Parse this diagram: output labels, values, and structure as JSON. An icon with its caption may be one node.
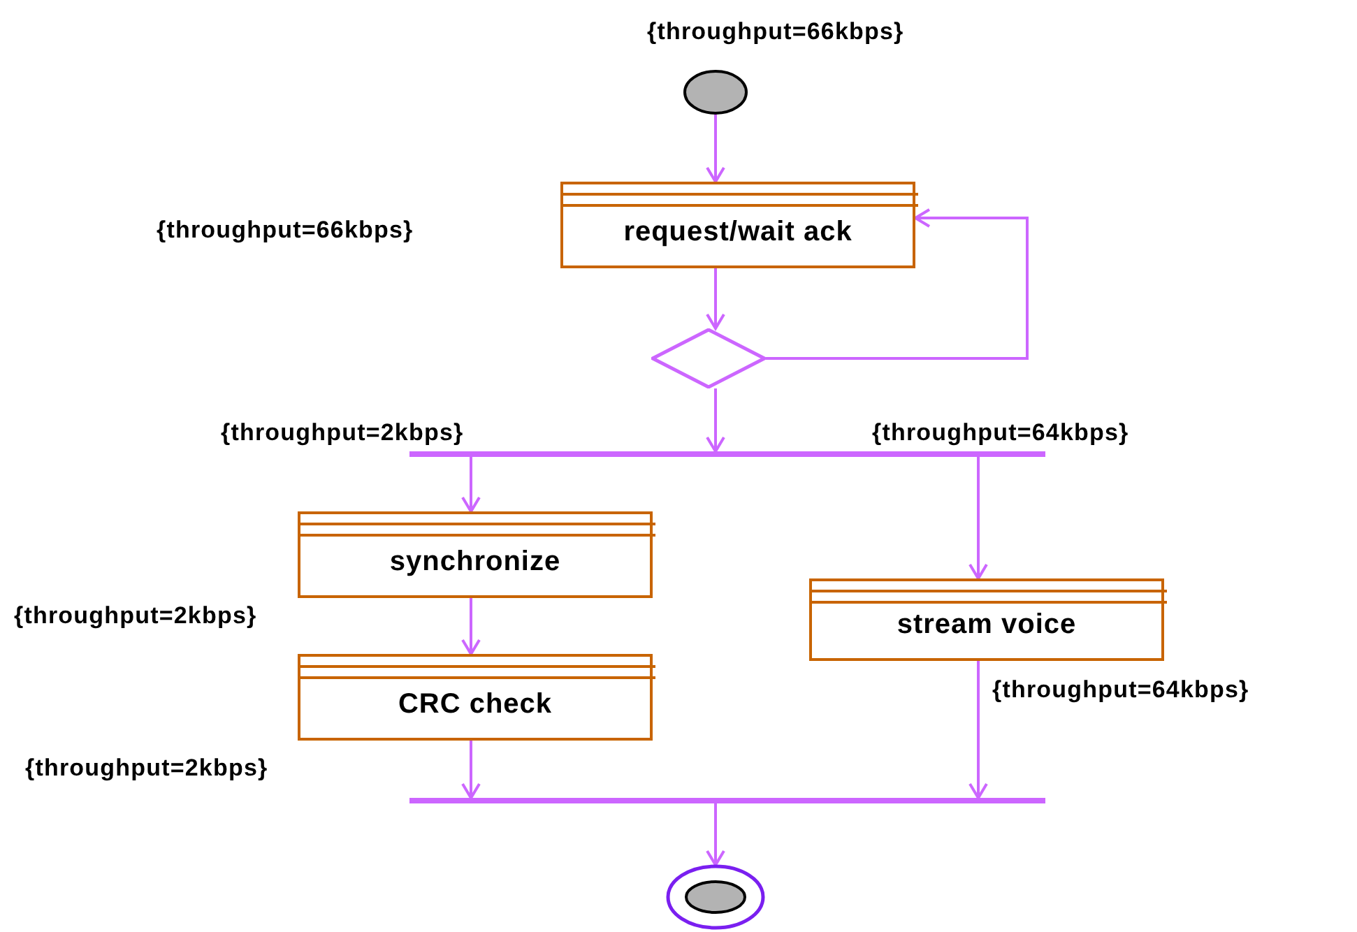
{
  "diagram": {
    "nodes": [
      {
        "text": [],
        "shape": "circle"
      },
      {
        "text": [
          "request/wait ack"
        ]
      },
      {
        "text": [],
        "shape": "diamond"
      },
      {
        "text": [],
        "shape": "bar"
      },
      {
        "text": [
          "synchronize"
        ]
      },
      {
        "text": [
          "stream voice"
        ]
      },
      {
        "text": [
          "CRC check"
        ]
      },
      {
        "text": [],
        "shape": "bar"
      },
      {
        "text": [],
        "shape": "circle"
      }
    ],
    "edges": [
      {
        "from": 0,
        "to": 1,
        "arrow": "to"
      },
      {
        "from": 1,
        "to": 2,
        "arrow": "to"
      },
      {
        "from": 2,
        "to": 1,
        "arrow": "to"
      },
      {
        "from": 2,
        "to": 3,
        "arrow": "to"
      },
      {
        "from": 3,
        "to": 4,
        "arrow": "to"
      },
      {
        "from": 3,
        "to": 5,
        "arrow": "to"
      },
      {
        "from": 4,
        "to": 6,
        "arrow": "to"
      },
      {
        "from": 6,
        "to": 7,
        "arrow": "to"
      },
      {
        "from": 5,
        "to": 7,
        "arrow": "to"
      },
      {
        "from": 7,
        "to": 8,
        "arrow": "to"
      }
    ],
    "labels": [
      "{throughput=66kbps}",
      "{throughput=66kbps}",
      "{throughput=2kbps}",
      "{throughput=64kbps}",
      "{throughput=2kbps}",
      "{throughput=64kbps}",
      "{throughput=2kbps}"
    ]
  }
}
